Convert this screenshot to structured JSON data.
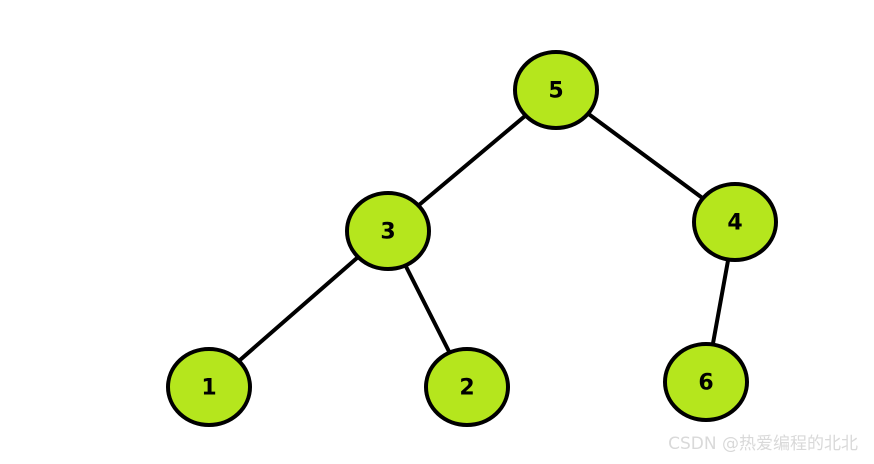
{
  "diagram": {
    "type": "binary-tree",
    "node_fill": "#b5e61d",
    "node_stroke": "#000000",
    "edge_color": "#000000",
    "nodes": [
      {
        "id": "n5",
        "label": "5"
      },
      {
        "id": "n3",
        "label": "3"
      },
      {
        "id": "n4",
        "label": "4"
      },
      {
        "id": "n1",
        "label": "1"
      },
      {
        "id": "n2",
        "label": "2"
      },
      {
        "id": "n6",
        "label": "6"
      }
    ],
    "edges": [
      {
        "from": "n5",
        "to": "n3"
      },
      {
        "from": "n5",
        "to": "n4"
      },
      {
        "from": "n3",
        "to": "n1"
      },
      {
        "from": "n3",
        "to": "n2"
      },
      {
        "from": "n4",
        "to": "n6"
      }
    ]
  },
  "watermark": {
    "text": "CSDN @热爱编程的北北"
  }
}
